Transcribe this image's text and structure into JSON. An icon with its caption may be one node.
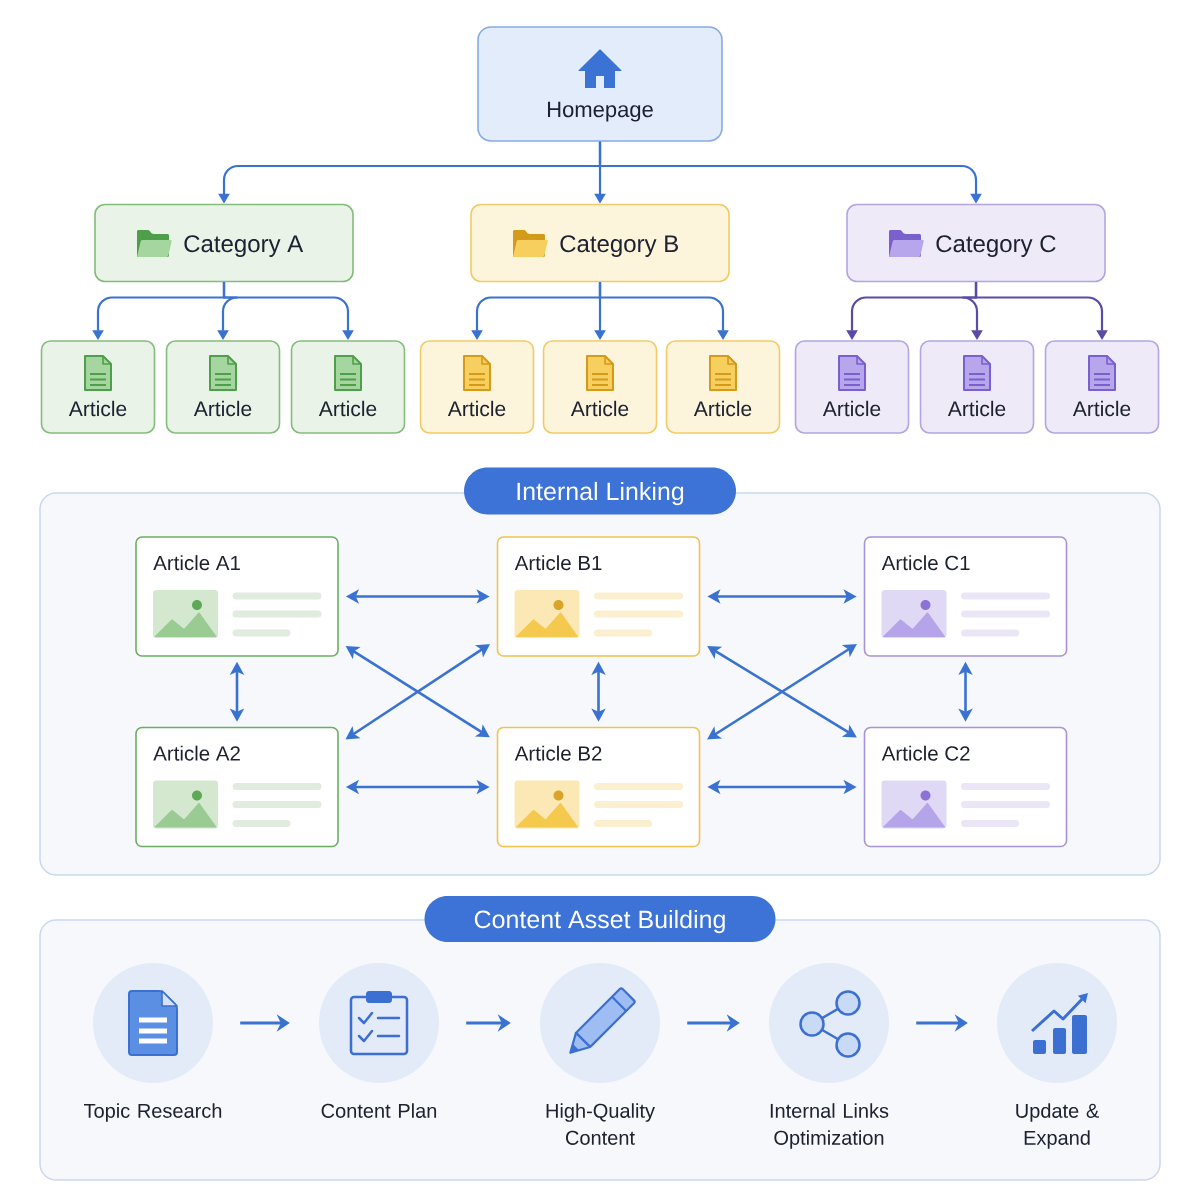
{
  "diagram": {
    "nodes": [
      {
        "text": [
          "Homepage"
        ]
      },
      {
        "text": [
          "Category A"
        ]
      },
      {
        "text": [
          "Category B"
        ]
      },
      {
        "text": [
          "Category C"
        ]
      },
      {
        "text": [
          "Article"
        ]
      },
      {
        "text": [
          "Article"
        ]
      },
      {
        "text": [
          "Article"
        ]
      },
      {
        "text": [
          "Article"
        ]
      },
      {
        "text": [
          "Article"
        ]
      },
      {
        "text": [
          "Article"
        ]
      },
      {
        "text": [
          "Article"
        ]
      },
      {
        "text": [
          "Article"
        ]
      },
      {
        "text": [
          "Article"
        ]
      },
      {
        "text": [
          "Internal Linking"
        ]
      },
      {
        "text": [
          "Article A1"
        ],
        "in": 13
      },
      {
        "text": [
          "Article A2"
        ],
        "in": 13
      },
      {
        "text": [
          "Article B1"
        ],
        "in": 13
      },
      {
        "text": [
          "Article B2"
        ],
        "in": 13
      },
      {
        "text": [
          "Article C1"
        ],
        "in": 13
      },
      {
        "text": [
          "Article C2"
        ],
        "in": 13
      },
      {
        "text": [
          "Content Asset Building"
        ]
      },
      {
        "text": [
          "Topic Research"
        ],
        "in": 20
      },
      {
        "text": [
          "Content Plan"
        ],
        "in": 20
      },
      {
        "text": [
          "High-Quality Content"
        ],
        "in": 20
      },
      {
        "text": [
          "Internal Links Optimization"
        ],
        "in": 20
      },
      {
        "text": [
          "Update & Expand"
        ],
        "in": 20
      }
    ],
    "edges": [
      {
        "from": 0,
        "to": 1,
        "arrow": "to"
      },
      {
        "from": 0,
        "to": 2,
        "arrow": "to"
      },
      {
        "from": 0,
        "to": 3,
        "arrow": "to"
      },
      {
        "from": 1,
        "to": 4,
        "arrow": "to"
      },
      {
        "from": 1,
        "to": 5,
        "arrow": "to"
      },
      {
        "from": 1,
        "to": 6,
        "arrow": "to"
      },
      {
        "from": 2,
        "to": 7,
        "arrow": "to"
      },
      {
        "from": 2,
        "to": 8,
        "arrow": "to"
      },
      {
        "from": 2,
        "to": 9,
        "arrow": "to"
      },
      {
        "from": 3,
        "to": 10,
        "arrow": "to",
        "color": "#5b4aa8"
      },
      {
        "from": 3,
        "to": 11,
        "arrow": "to",
        "color": "#5b4aa8"
      },
      {
        "from": 3,
        "to": 12,
        "arrow": "to",
        "color": "#5b4aa8"
      },
      {
        "from": 14,
        "to": 16,
        "arrow": "both"
      },
      {
        "from": 14,
        "to": 15,
        "arrow": "both"
      },
      {
        "from": 14,
        "to": 17,
        "arrow": "both"
      },
      {
        "from": 15,
        "to": 16,
        "arrow": "both"
      },
      {
        "from": 15,
        "to": 17,
        "arrow": "both"
      },
      {
        "from": 16,
        "to": 18,
        "arrow": "both"
      },
      {
        "from": 16,
        "to": 17,
        "arrow": "both"
      },
      {
        "from": 16,
        "to": 19,
        "arrow": "both"
      },
      {
        "from": 17,
        "to": 18,
        "arrow": "both"
      },
      {
        "from": 17,
        "to": 19,
        "arrow": "both"
      },
      {
        "from": 18,
        "to": 19,
        "arrow": "both"
      },
      {
        "from": 21,
        "to": 22,
        "arrow": "to"
      },
      {
        "from": 22,
        "to": 23,
        "arrow": "to"
      },
      {
        "from": 23,
        "to": 24,
        "arrow": "to"
      },
      {
        "from": 24,
        "to": 25,
        "arrow": "to"
      }
    ]
  }
}
